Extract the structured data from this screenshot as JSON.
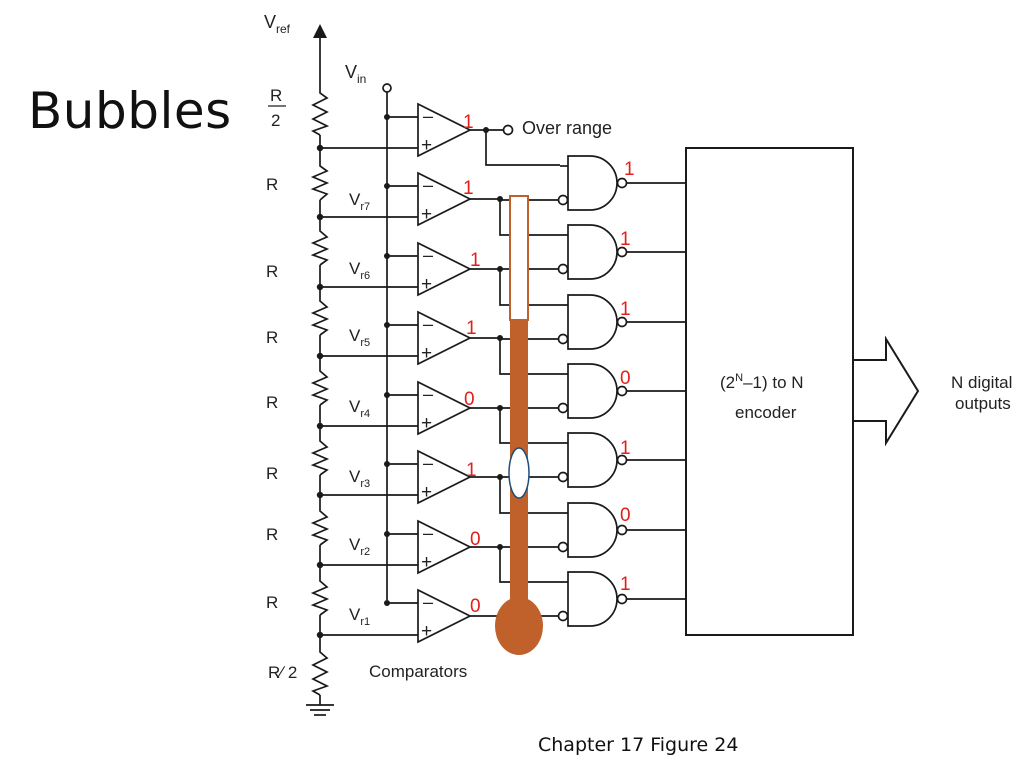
{
  "slide": {
    "title": "Bubbles",
    "caption": "Chapter 17 Figure 24"
  },
  "diagram": {
    "vref_main": "V",
    "vref_sub": "ref",
    "vin_main": "V",
    "vin_sub": "in",
    "r_half_num": "R",
    "r_half_den": "2",
    "r_label": "R",
    "r_half_bottom": "R∕ 2",
    "comparators_label": "Comparators",
    "over_range_label": "Over range",
    "encoder_line1_pre": "(2",
    "encoder_line1_sup": "N",
    "encoder_line1_post": "–1) to N",
    "encoder_line2": "encoder",
    "outputs_line1": "N digital",
    "outputs_line2": "outputs",
    "vr_labels": [
      {
        "main": "V",
        "sub": "r7"
      },
      {
        "main": "V",
        "sub": "r6"
      },
      {
        "main": "V",
        "sub": "r5"
      },
      {
        "main": "V",
        "sub": "r4"
      },
      {
        "main": "V",
        "sub": "r3"
      },
      {
        "main": "V",
        "sub": "r2"
      },
      {
        "main": "V",
        "sub": "r1"
      }
    ],
    "comparator_outputs": [
      "1",
      "1",
      "1",
      "1",
      "0",
      "1",
      "0",
      "0"
    ],
    "gate_outputs": [
      "1",
      "1",
      "1",
      "0",
      "1",
      "0",
      "1"
    ],
    "colors": {
      "annotation": "#e0201a",
      "thermometer": "#c0602a",
      "bubble": "#ffffff",
      "bubble_outline": "#1f4e79",
      "wire": "#1a1a1a"
    }
  }
}
